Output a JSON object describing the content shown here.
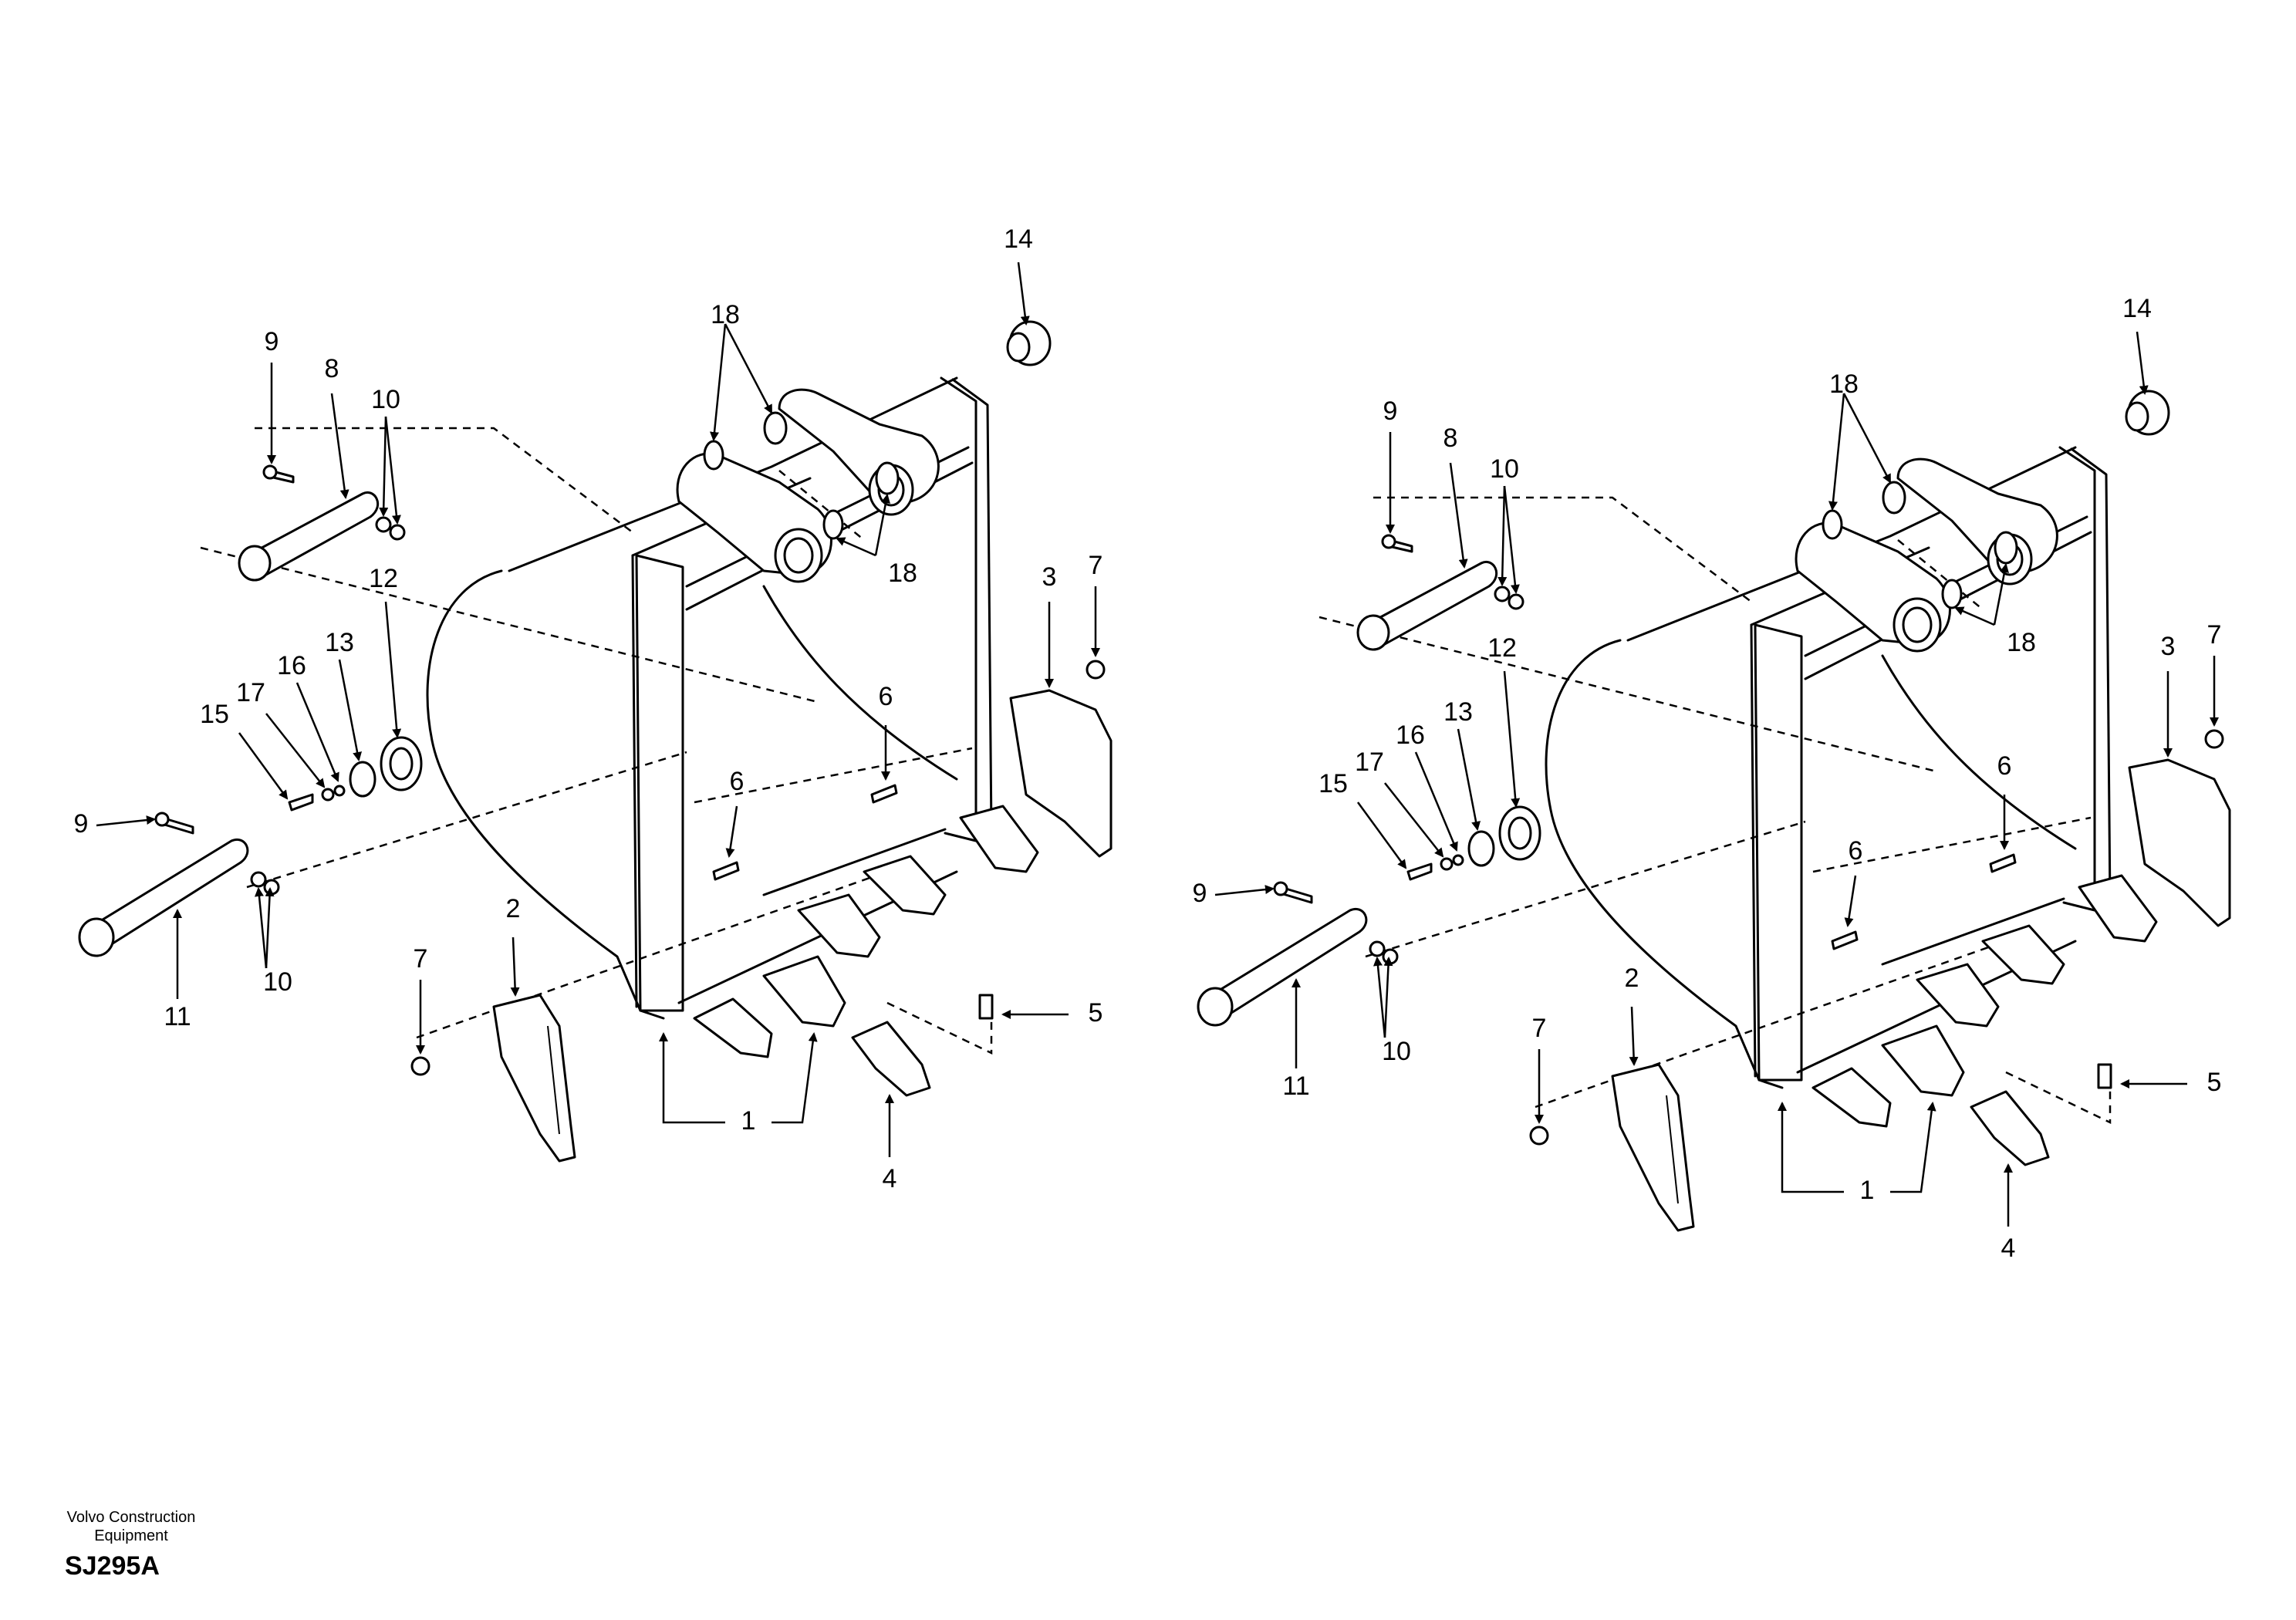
{
  "footer": {
    "company_line1": "Volvo Construction",
    "company_line2": "Equipment",
    "drawing_code": "SJ295A"
  },
  "views": [
    {
      "id": "left",
      "callouts": {
        "c1": "1",
        "c2": "2",
        "c3": "3",
        "c4": "4",
        "c5": "5",
        "c6a": "6",
        "c6b": "6",
        "c7a": "7",
        "c7b": "7",
        "c8": "8",
        "c9a": "9",
        "c9b": "9",
        "c10a": "10",
        "c10b": "10",
        "c11": "11",
        "c12": "12",
        "c13": "13",
        "c14": "14",
        "c15": "15",
        "c16": "16",
        "c17": "17",
        "c18a": "18",
        "c18b": "18"
      }
    },
    {
      "id": "right",
      "callouts": {
        "c1": "1",
        "c2": "2",
        "c3": "3",
        "c4": "4",
        "c5": "5",
        "c6a": "6",
        "c6b": "6",
        "c7a": "7",
        "c7b": "7",
        "c8": "8",
        "c9a": "9",
        "c9b": "9",
        "c10a": "10",
        "c10b": "10",
        "c11": "11",
        "c12": "12",
        "c13": "13",
        "c14": "14",
        "c15": "15",
        "c16": "16",
        "c17": "17",
        "c18a": "18",
        "c18b": "18"
      }
    }
  ]
}
